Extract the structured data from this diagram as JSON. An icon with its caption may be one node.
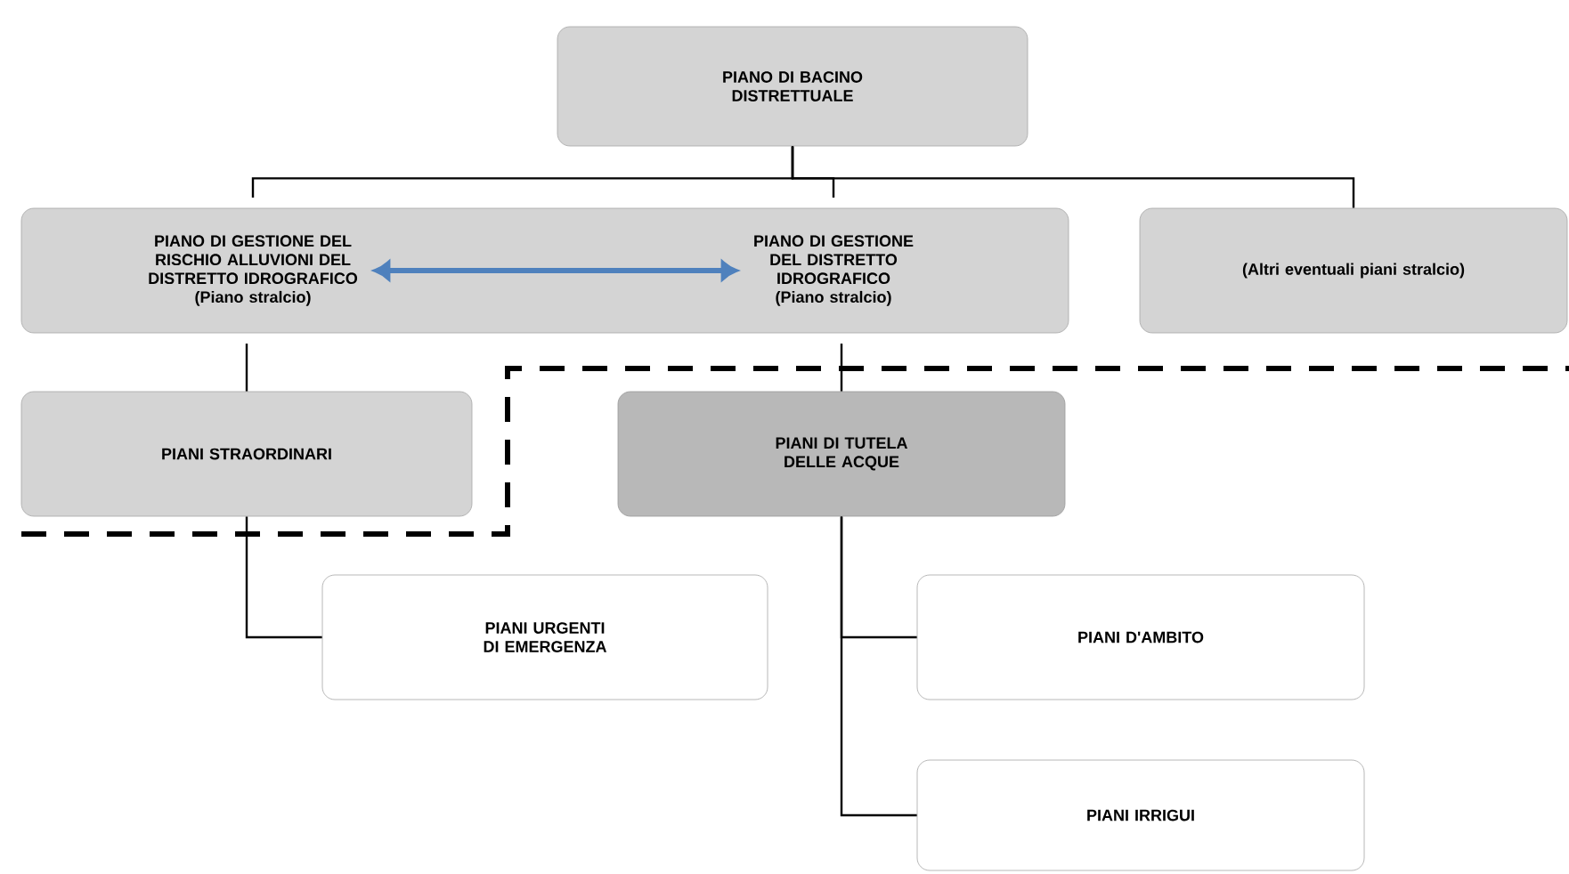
{
  "diagram": {
    "nodes": [
      {
        "text": [
          "PIANO DI BACINO DISTRETTUALE"
        ]
      },
      {
        "text": [
          "PIANO DI GESTIONE DEL RISCHIO ALLUVIONI DEL DISTRETTO IDROGRAFICO",
          "(Piano stralcio)"
        ]
      },
      {
        "text": [
          "PIANO DI GESTIONE DEL DISTRETTO IDROGRAFICO",
          "(Piano stralcio)"
        ]
      },
      {
        "text": [
          "(Altri eventuali piani stralcio)"
        ]
      },
      {
        "text": [
          "PIANI STRAORDINARI"
        ]
      },
      {
        "text": [
          "PIANI URGENTI DI EMERGENZA"
        ]
      },
      {
        "text": [
          "PIANI DI TUTELA DELLE ACQUE"
        ]
      },
      {
        "text": [
          "PIANI D'AMBITO"
        ]
      },
      {
        "text": [
          "PIANI IRRIGUI"
        ]
      }
    ],
    "edges": [
      {
        "from": 0,
        "to": 1,
        "arrow": "none"
      },
      {
        "from": 0,
        "to": 2,
        "arrow": "none"
      },
      {
        "from": 0,
        "to": 3,
        "arrow": "none"
      },
      {
        "from": 1,
        "to": 2,
        "arrow": "both",
        "color": "#4f81bd",
        "style": "thick"
      },
      {
        "from": 1,
        "to": 4,
        "arrow": "none"
      },
      {
        "from": 4,
        "to": 5,
        "arrow": "none"
      },
      {
        "from": 2,
        "to": 6,
        "arrow": "none"
      },
      {
        "from": 6,
        "to": 7,
        "arrow": "none"
      },
      {
        "from": 6,
        "to": 8,
        "arrow": "none"
      }
    ]
  }
}
